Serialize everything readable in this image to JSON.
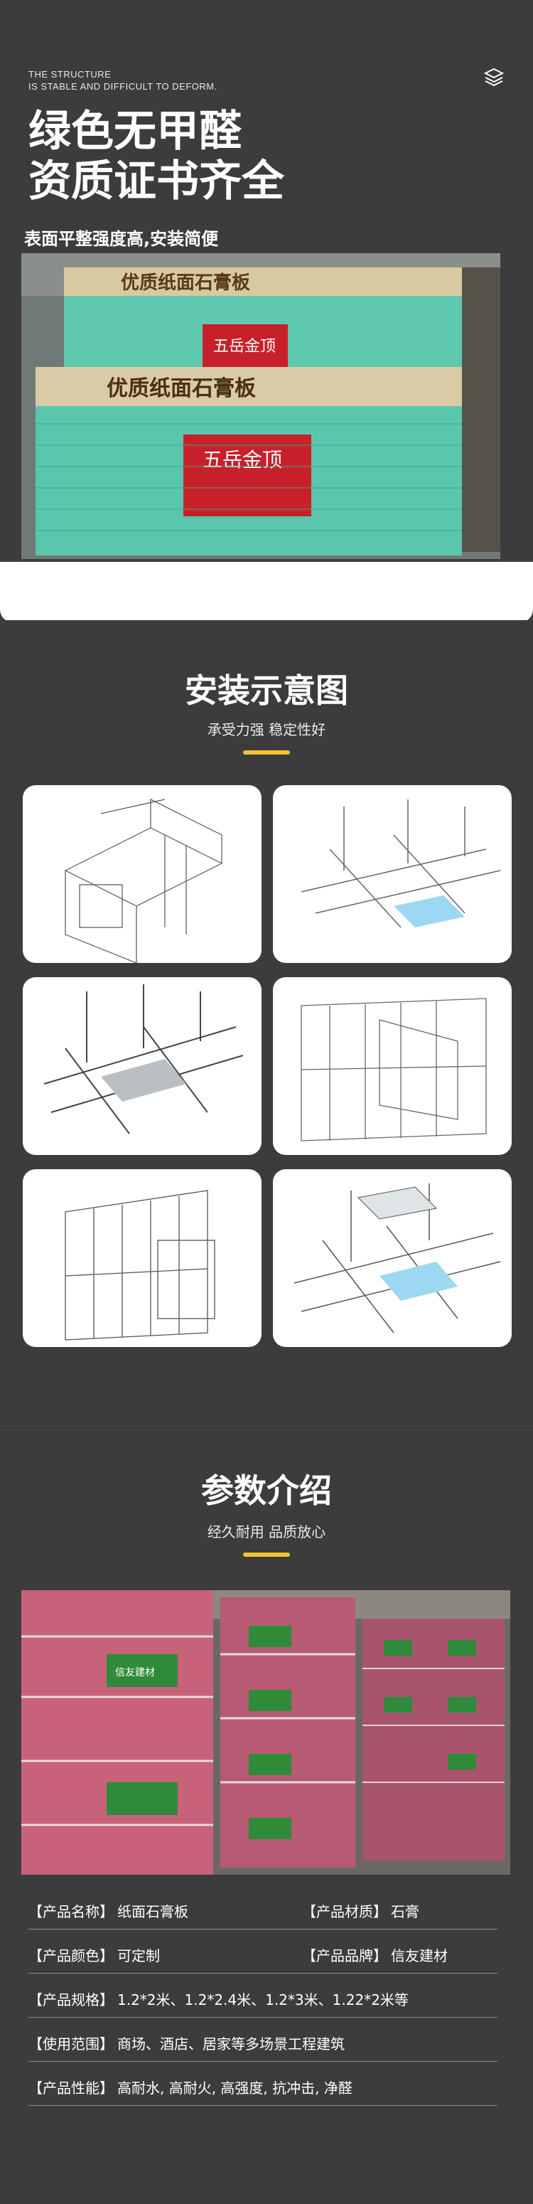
{
  "hero": {
    "en_line1": "THE STRUCTURE",
    "en_line2": "IS STABLE AND DIFFICULT TO DEFORM.",
    "title_line1": "绿色无甲醛",
    "title_line2": "资质证书齐全",
    "subtitle": "表面平整强度高,安装简便",
    "photo_board_label_top": "优质纸面石膏板",
    "photo_board_label_bottom": "优质纸面石膏板",
    "photo_sign_top": "五岳金顶",
    "photo_sign_bottom": "五岳金顶",
    "icon": "layers-icon"
  },
  "install": {
    "title": "安装示意图",
    "subtitle": "承受力强 稳定性好",
    "diagrams": [
      {
        "name": "wall-frame-diagram"
      },
      {
        "name": "ceiling-grid-diagram"
      },
      {
        "name": "suspended-ceiling-diagram"
      },
      {
        "name": "partition-keel-diagram"
      },
      {
        "name": "wall-stud-diagram"
      },
      {
        "name": "ceiling-tile-grid-diagram"
      }
    ]
  },
  "params": {
    "title": "参数介绍",
    "subtitle": "经久耐用 品质放心",
    "photo_board_brand": "信友建材",
    "rows": [
      {
        "l1": "【产品名称】",
        "v1": "纸面石膏板",
        "l2": "【产品材质】",
        "v2": "石膏"
      },
      {
        "l1": "【产品颜色】",
        "v1": "可定制",
        "l2": "【产品品牌】",
        "v2": "信友建材"
      },
      {
        "l1": "【产品规格】",
        "v1": "1.2*2米、1.2*2.4米、1.2*3米、1.22*2米等"
      },
      {
        "l1": "【使用范围】",
        "v1": "商场、酒店、居家等多场景工程建筑"
      },
      {
        "l1": "【产品性能】",
        "v1": "高耐水, 高耐火, 高强度, 抗冲击, 净醛"
      }
    ]
  },
  "colors": {
    "accent": "#f2c230",
    "background": "#3c3c3c",
    "board_green": "#5fc9b0",
    "board_pink": "#c8627a",
    "sign_red": "#c8202a"
  }
}
